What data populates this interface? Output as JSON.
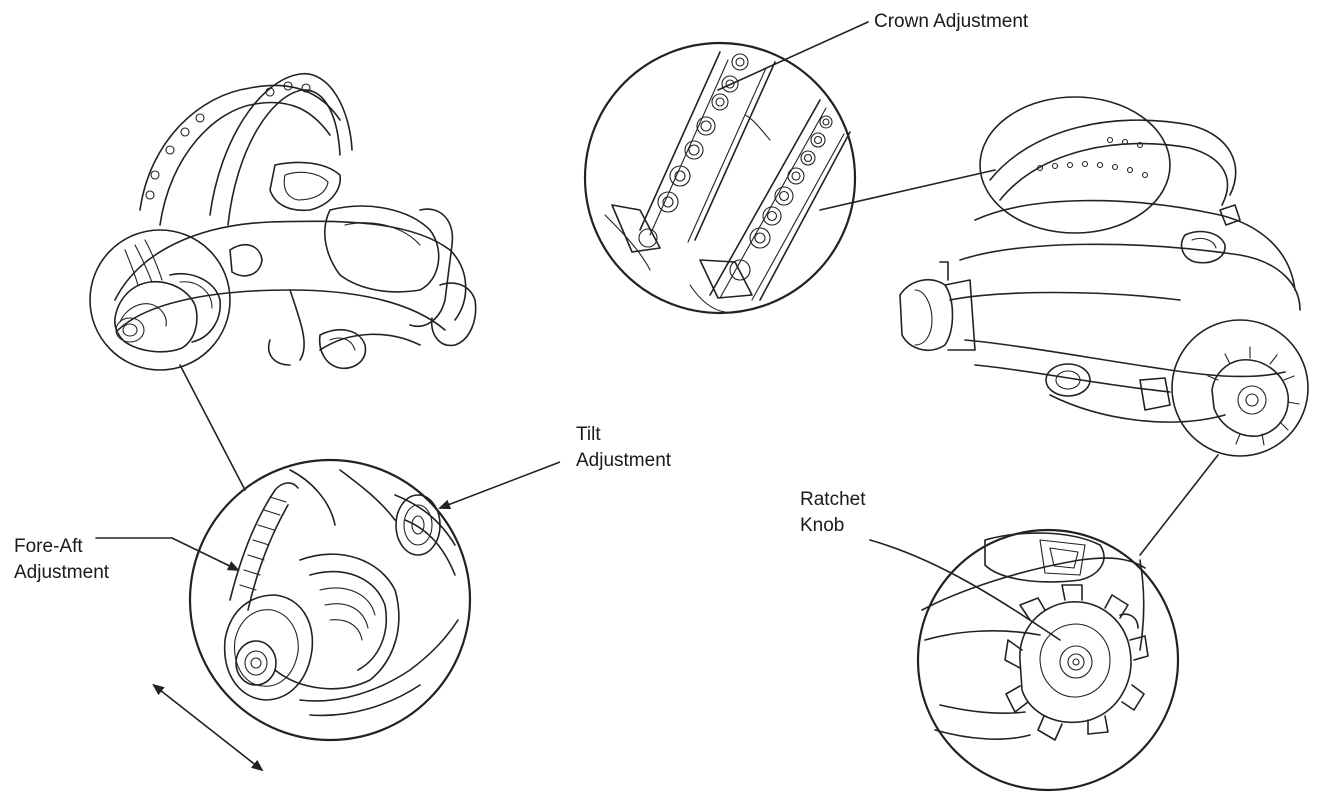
{
  "labels": {
    "crown": "Crown Adjustment",
    "tilt_line1": "Tilt",
    "tilt_line2": "Adjustment",
    "fore_aft_line1": "Fore-Aft",
    "fore_aft_line2": "Adjustment",
    "ratchet_line1": "Ratchet",
    "ratchet_line2": "Knob"
  },
  "colors": {
    "ink": "#222222",
    "paper": "#ffffff"
  }
}
